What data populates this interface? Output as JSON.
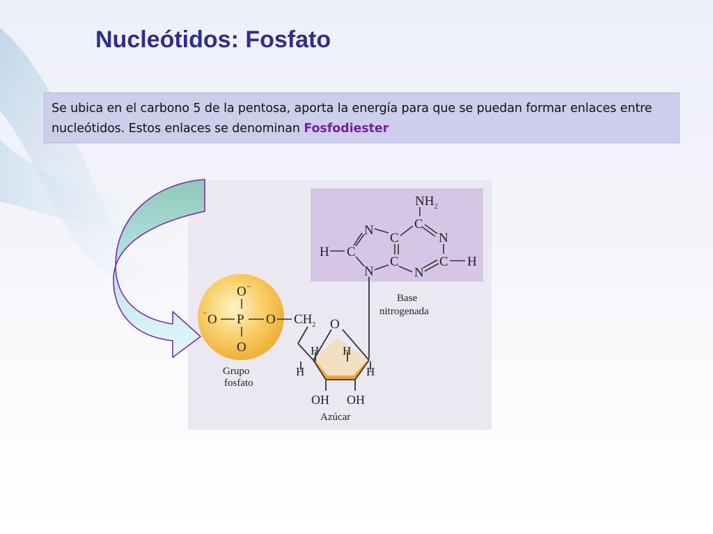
{
  "slide": {
    "title": "Nucleótidos: Fosfato",
    "body_text": "Se ubica en el carbono 5 de la pentosa, aporta la energía para que se puedan formar enlaces entre nucleótidos. Estos enlaces se denominan ",
    "body_highlight": "Fosfodiester"
  },
  "figure": {
    "phosphate": {
      "o_top": "O",
      "o_left": "O",
      "p": "P",
      "o_right": "O",
      "o_bottom": "O",
      "ch2": "CH",
      "ch2_sub": "2",
      "label_line1": "Grupo",
      "label_line2": "fosfato"
    },
    "sugar": {
      "ring_o": "O",
      "h_in_left": "H",
      "h_in_right": "H",
      "h_out_left": "H",
      "h_out_right": "H",
      "oh_left": "OH",
      "oh_right": "OH",
      "label": "Azúcar"
    },
    "base": {
      "nh2": "NH",
      "nh2_sub": "2",
      "label_line1": "Base",
      "label_line2": "nitrogenada",
      "atoms": {
        "n7": "N",
        "c5": "C",
        "c6": "C",
        "n1": "N",
        "h8": "H",
        "c8": "C",
        "n9": "N",
        "c4": "C",
        "n3": "N",
        "c2": "C",
        "h2": "H"
      }
    },
    "colors": {
      "phosphate_fill": "#f6c04a",
      "base_box": "#d6c6e6",
      "sugar_band": "#f0a43a",
      "arrow_top": "#8fc8b8",
      "arrow_bottom": "#d8f4f8",
      "arrow_outline": "#7a2aa8"
    }
  }
}
